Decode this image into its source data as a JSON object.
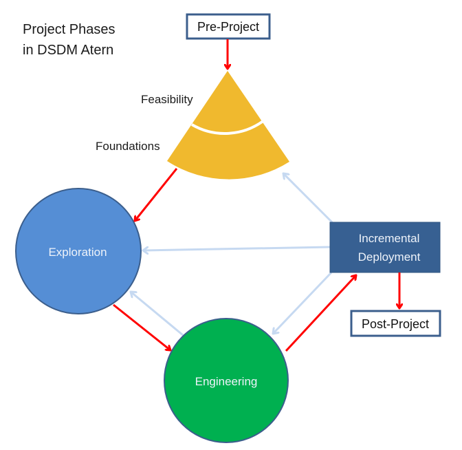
{
  "title": {
    "line1": "Project Phases",
    "line2": "in DSDM Atern"
  },
  "nodes": {
    "pre_project": {
      "label": "Pre-Project"
    },
    "feasibility": {
      "label": "Feasibility"
    },
    "foundations": {
      "label": "Foundations"
    },
    "exploration": {
      "label": "Exploration"
    },
    "engineering": {
      "label": "Engineering"
    },
    "deployment": {
      "label_line1": "Incremental",
      "label_line2": "Deployment"
    },
    "post_project": {
      "label": "Post-Project"
    }
  },
  "edges": [
    {
      "from": "Pre-Project",
      "to": "Feasibility",
      "kind": "primary"
    },
    {
      "from": "Foundations",
      "to": "Exploration",
      "kind": "primary"
    },
    {
      "from": "Exploration",
      "to": "Engineering",
      "kind": "primary"
    },
    {
      "from": "Engineering",
      "to": "Exploration",
      "kind": "iteration"
    },
    {
      "from": "Engineering",
      "to": "Incremental Deployment",
      "kind": "primary"
    },
    {
      "from": "Incremental Deployment",
      "to": "Engineering",
      "kind": "iteration"
    },
    {
      "from": "Incremental Deployment",
      "to": "Exploration",
      "kind": "iteration"
    },
    {
      "from": "Incremental Deployment",
      "to": "Foundations",
      "kind": "iteration"
    },
    {
      "from": "Incremental Deployment",
      "to": "Post-Project",
      "kind": "primary"
    }
  ],
  "colors": {
    "primary_arrow": "#ff0000",
    "iteration_arrow": "#c6d9f1",
    "wedge": "#f0b92e",
    "exploration": "#558ed5",
    "engineering": "#00b050",
    "deployment": "#376092",
    "outline": "#3b5e8c"
  }
}
